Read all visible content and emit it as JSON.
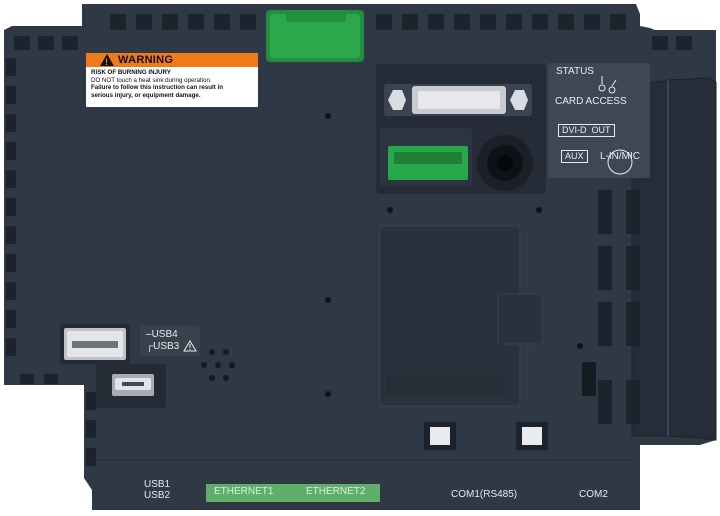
{
  "colors": {
    "housing": "#2f3845",
    "housing_dark": "#252c37",
    "vent": "#1d232c",
    "accent_green": "#28a346",
    "ethernet_band": "#5fae6b",
    "warning_orange": "#f07a1a",
    "label_white": "#e8ecef"
  },
  "warning_label": {
    "title": "WARNING",
    "line1": "RISK OF BURNING INJURY",
    "line2": "DO NOT touch a heat sink during operation.",
    "line3": "Failure to follow this instruction can result in",
    "line4": "serious injury, or equipment damage."
  },
  "status_panel": {
    "status": "STATUS",
    "card_access": "CARD ACCESS",
    "dvi_d": "DVI-D",
    "out": "OUT",
    "aux": "AUX",
    "line_in_mic": "L-IN/MIC"
  },
  "usb_labels": {
    "usb4": "USB4",
    "usb3": "USB3"
  },
  "bottom_labels": {
    "usb1": "USB1",
    "usb2": "USB2",
    "ethernet1": "ETHERNET1",
    "ethernet2": "ETHERNET2",
    "com1": "COM1(RS485)",
    "com2": "COM2"
  },
  "icons": [
    "warning-triangle-icon",
    "status-led-icon",
    "card-access-led-icon",
    "line-in-mic-icon"
  ]
}
